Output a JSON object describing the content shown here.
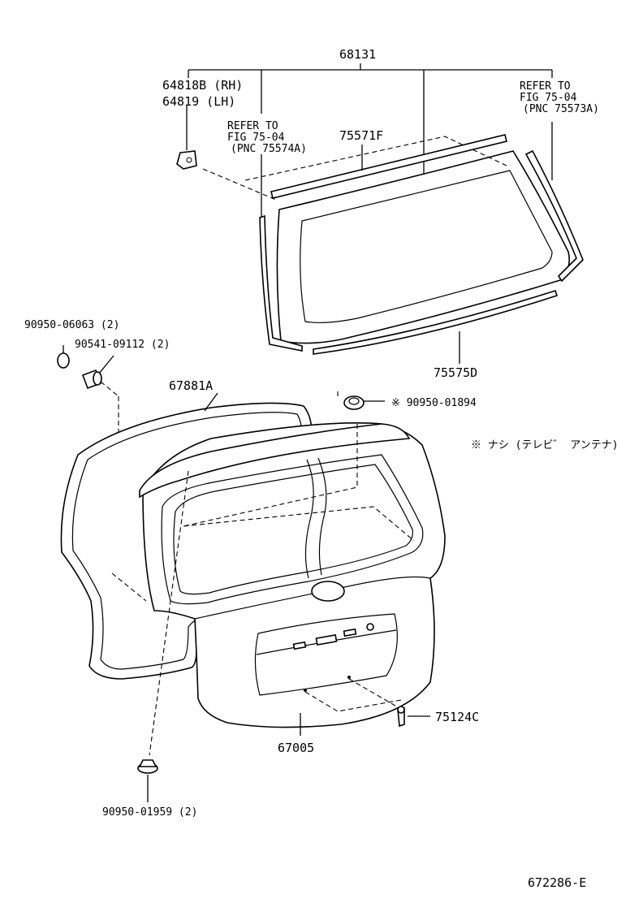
{
  "labels": {
    "assembly": "68131",
    "hinge_rh": "64818B (RH)",
    "hinge_lh": "64819  (LH)",
    "refer_left": [
      "REFER TO",
      "FIG 75-04",
      "(PNC 75574A)"
    ],
    "refer_right": [
      "REFER TO",
      "FIG 75-04",
      "(PNC 75573A)"
    ],
    "molding_upper": "75571F",
    "molding_lower": "75575D",
    "plug": "90950-06063 (2)",
    "cushion": "90541-09112 (2)",
    "weatherstrip": "67881A",
    "grommet_antenna": "※  90950-01894",
    "note": "※ ナシ (テレビ゛ アンテナ)",
    "back_door": "67005",
    "emblem": "75124C",
    "grommet_bottom": "90950-01959 (2)",
    "figure_code": "672286-E"
  }
}
